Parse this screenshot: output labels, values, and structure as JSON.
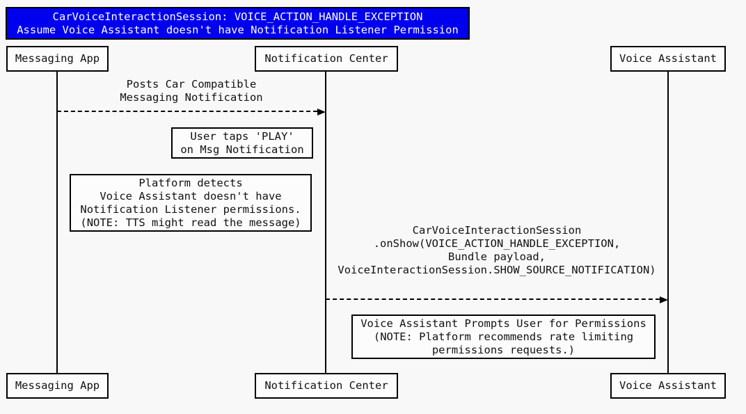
{
  "colors": {
    "background": "#F8F8F8",
    "title_background": "#0000EE",
    "title_text": "#FFFFFF",
    "line": "#000000",
    "box_background": "#FCFCFC",
    "text": "#111111"
  },
  "title": {
    "line1": "CarVoiceInteractionSession: VOICE_ACTION_HANDLE_EXCEPTION",
    "line2": "Assume Voice Assistant doesn't have Notification Listener Permission"
  },
  "actors": [
    {
      "id": "messaging-app",
      "label": "Messaging App"
    },
    {
      "id": "notification-center",
      "label": "Notification Center"
    },
    {
      "id": "voice-assistant",
      "label": "Voice Assistant"
    }
  ],
  "messages": [
    {
      "from": "messaging-app",
      "to": "notification-center",
      "style": "dashed-arrow",
      "label_lines": [
        "Posts Car Compatible",
        "Messaging Notification"
      ]
    },
    {
      "from": "notification-center",
      "to": "voice-assistant",
      "style": "dashed-arrow",
      "label_lines": [
        "CarVoiceInteractionSession",
        ".onShow(VOICE_ACTION_HANDLE_EXCEPTION,",
        "Bundle payload,",
        "VoiceInteractionSession.SHOW_SOURCE_NOTIFICATION)"
      ]
    }
  ],
  "notes": [
    {
      "lines": [
        "User taps 'PLAY'",
        "on Msg Notification"
      ]
    },
    {
      "lines": [
        "Platform detects",
        "Voice Assistant doesn't have",
        "Notification Listener permissions.",
        "(NOTE: TTS might read the message)"
      ]
    },
    {
      "lines": [
        "Voice Assistant Prompts User for Permissions",
        "(NOTE: Platform recommends rate limiting",
        "permissions requests.)"
      ]
    }
  ]
}
